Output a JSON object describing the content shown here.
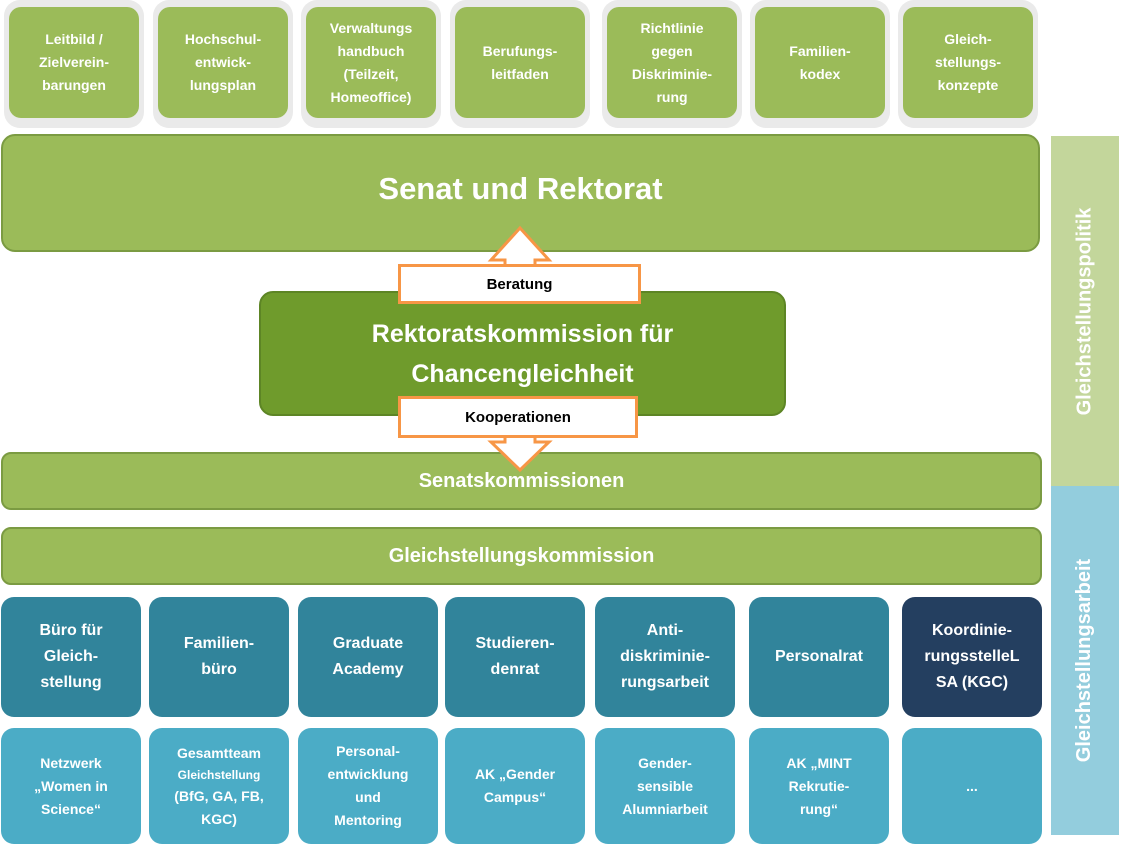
{
  "top_boxes": [
    {
      "text": "Leitbild /\nZielverein-\nbarungen"
    },
    {
      "text": "Hochschul-\nentwick-\nlungsplan"
    },
    {
      "text": "Verwaltungs\nhandbuch\n(Teilzeit,\nHomeoffice)"
    },
    {
      "text": "Berufungs-\nleitfaden"
    },
    {
      "text": "Richtlinie\ngegen\nDiskriminie-\nrung"
    },
    {
      "text": "Familien-\nkodex"
    },
    {
      "text": "Gleich-\nstellungs-\nkonzepte"
    }
  ],
  "senat_rektorat": "Senat und Rektorat",
  "rektoratskommission": "Rektoratskommission für\nChancengleichheit",
  "beratung": "Beratung",
  "kooperationen": "Kooperationen",
  "senatskommissionen": "Senatskommissionen",
  "gleichstellungskommission": "Gleichstellungskommission",
  "mid_boxes": [
    {
      "text": "Büro für\nGleich-\nstellung"
    },
    {
      "text": "Familien-\nbüro"
    },
    {
      "text": "Graduate\nAcademy"
    },
    {
      "text": "Studieren-\ndenrat"
    },
    {
      "text": "Anti-\ndiskriminie-\nrungsarbeit"
    },
    {
      "text": "Personalrat"
    },
    {
      "text": "Koordinie-\nrungsstelleL\nSA (KGC)"
    }
  ],
  "low_boxes": [
    {
      "text": "Netzwerk\n„Women in\nScience“"
    },
    {
      "line1": "Gesamtteam",
      "line2": "Gleichstellung",
      "line3": "(BfG, GA, FB,\nKGC)"
    },
    {
      "text": "Personal-\nentwicklung\nund\nMentoring"
    },
    {
      "text": "AK „Gender\nCampus“"
    },
    {
      "text": "Gender-\nsensible\nAlumniarbeit"
    },
    {
      "text": "AK „MINT\nRekrutie-\nrung“"
    },
    {
      "text": "..."
    }
  ],
  "side_labels": {
    "politik": "Gleichstellungspolitik",
    "arbeit": "Gleichstellungsarbeit"
  },
  "colors": {
    "light_green": "#9bbb59",
    "dark_green": "#6f9b2c",
    "teal": "#31849b",
    "navy": "#243f60",
    "light_blue": "#4bacc6",
    "side_green": "#c3d69b",
    "side_blue": "#93cddd",
    "orange": "#f79646"
  }
}
